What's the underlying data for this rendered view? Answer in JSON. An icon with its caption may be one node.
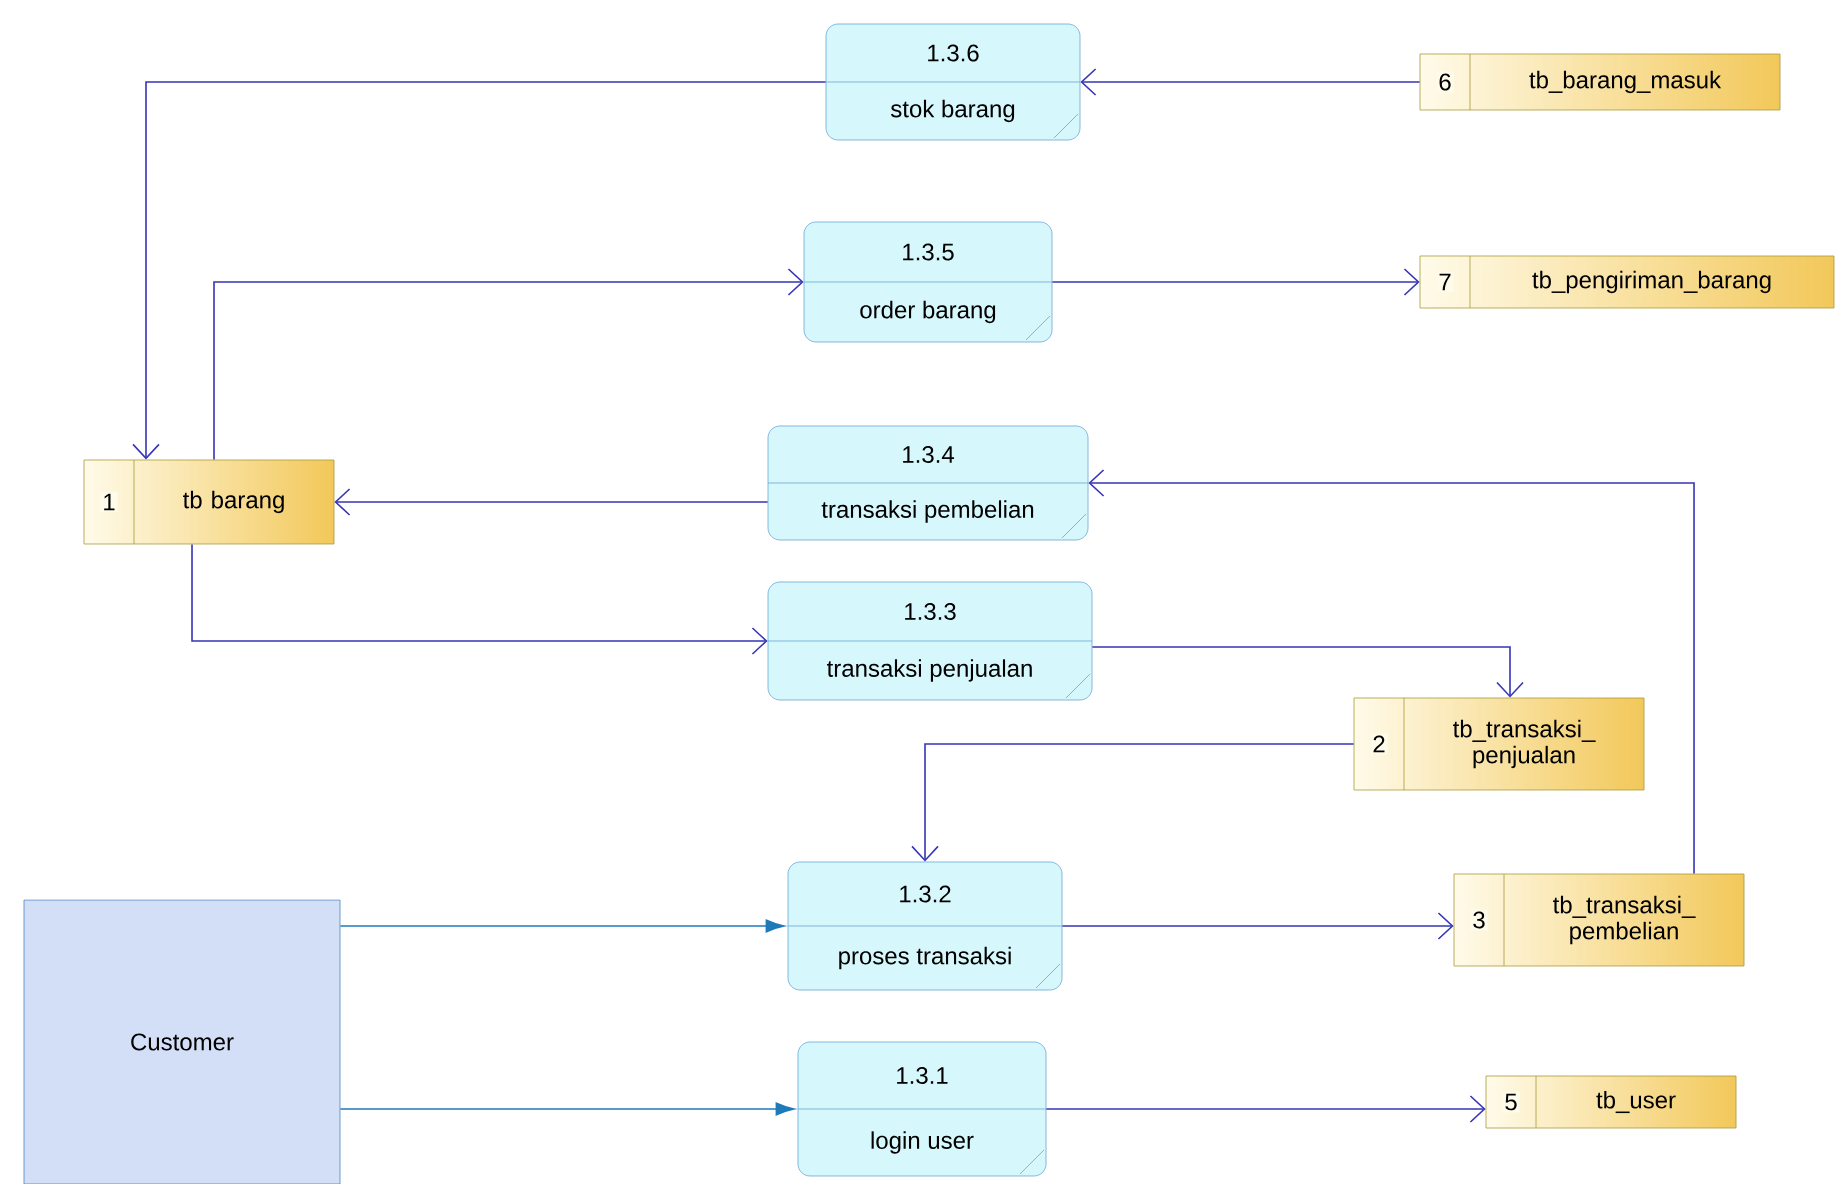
{
  "diagram": {
    "nodes": [
      {
        "text": [
          "1.3.6",
          "stok barang"
        ]
      },
      {
        "text": [
          "6",
          "tb_barang_masuk"
        ]
      },
      {
        "text": [
          "1.3.5",
          "order barang"
        ]
      },
      {
        "text": [
          "7",
          "tb_pengiriman_barang"
        ]
      },
      {
        "text": [
          "1",
          "tb barang"
        ]
      },
      {
        "text": [
          "1.3.4",
          "transaksi pembelian"
        ]
      },
      {
        "text": [
          "1.3.3",
          "transaksi penjualan"
        ]
      },
      {
        "text": [
          "2",
          "tb_transaksi_ penjualan"
        ]
      },
      {
        "text": [
          "Customer"
        ]
      },
      {
        "text": [
          "1.3.2",
          "proses transaksi"
        ]
      },
      {
        "text": [
          "3",
          "tb_transaksi_ pembelian"
        ]
      },
      {
        "text": [
          "1.3.1",
          "login user"
        ]
      },
      {
        "text": [
          "5",
          "tb_user"
        ]
      }
    ],
    "edges": [
      {
        "from": 1,
        "to": 0,
        "arrow": "to"
      },
      {
        "from": 0,
        "to": 4,
        "arrow": "to"
      },
      {
        "from": 4,
        "to": 2,
        "arrow": "to"
      },
      {
        "from": 2,
        "to": 3,
        "arrow": "to"
      },
      {
        "from": 5,
        "to": 4,
        "arrow": "to"
      },
      {
        "from": 10,
        "to": 5,
        "arrow": "to"
      },
      {
        "from": 4,
        "to": 6,
        "arrow": "to"
      },
      {
        "from": 6,
        "to": 7,
        "arrow": "to"
      },
      {
        "from": 7,
        "to": 9,
        "arrow": "to"
      },
      {
        "from": 8,
        "to": 9,
        "arrow": "to",
        "color": "#1e7ab8"
      },
      {
        "from": 9,
        "to": 10,
        "arrow": "to"
      },
      {
        "from": 8,
        "to": 11,
        "arrow": "to",
        "color": "#1e7ab8"
      },
      {
        "from": 11,
        "to": 12,
        "arrow": "to"
      }
    ]
  }
}
